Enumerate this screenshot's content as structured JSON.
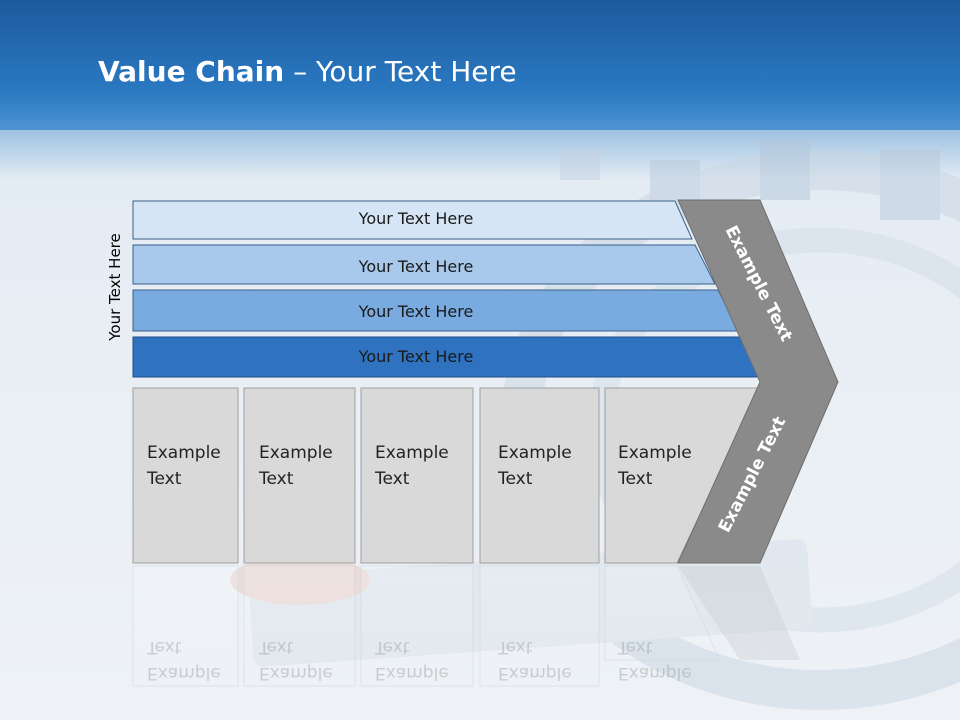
{
  "title": {
    "bold": "Value Chain",
    "rest": " – Your Text Here"
  },
  "side_label": "Your Text Here",
  "bands": [
    {
      "label": "Your Text Here",
      "color": "#d6e5f5"
    },
    {
      "label": "Your Text Here",
      "color": "#a9c9ec"
    },
    {
      "label": "Your Text Here",
      "color": "#7aabe0"
    },
    {
      "label": "Your Text Here",
      "color": "#2f72c0"
    }
  ],
  "columns": [
    {
      "line1": "Example",
      "line2": "Text"
    },
    {
      "line1": "Example",
      "line2": "Text"
    },
    {
      "line1": "Example",
      "line2": "Text"
    },
    {
      "line1": "Example",
      "line2": "Text"
    },
    {
      "line1": "Example",
      "line2": "Text"
    }
  ],
  "chevron": {
    "top_label": "Example Text",
    "bottom_label": "Example Text"
  },
  "colors": {
    "header": "#2a79c2",
    "cell": "#d9d9d9",
    "chevron": "#8a8a8a"
  }
}
